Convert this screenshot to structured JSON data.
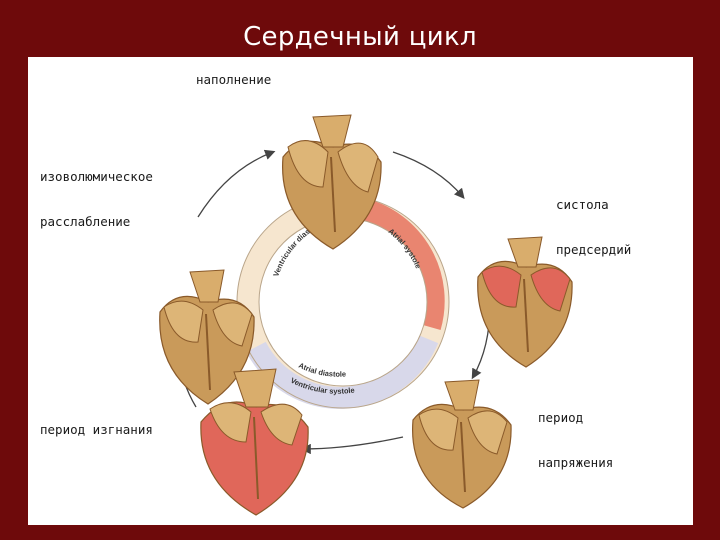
{
  "title": "Сердечный цикл",
  "stages": {
    "filling": "наполнение",
    "iso_relax_1": "изоволюмическое",
    "iso_relax_2": "расслабление",
    "atrial_systole_1": "систола",
    "atrial_systole_2": "предсердий",
    "tension_1": "период",
    "tension_2": "напряжения",
    "ejection": "период изгнания"
  },
  "ring": {
    "ventricular_diastole": "Ventricular diastole",
    "atrial_systole": "Atrial systole",
    "atrial_diastole": "Atrial diastole",
    "ventricular_systole": "Ventricular systole"
  },
  "colors": {
    "background": "#6e0a0b",
    "heart": "#c99a5a",
    "heart_dark": "#8a5a2a",
    "contracting": "#e0675a",
    "ring_inner": "#f6e6cf",
    "ring_atrial": "#e98570",
    "ring_systole": "#d8d8ea"
  }
}
